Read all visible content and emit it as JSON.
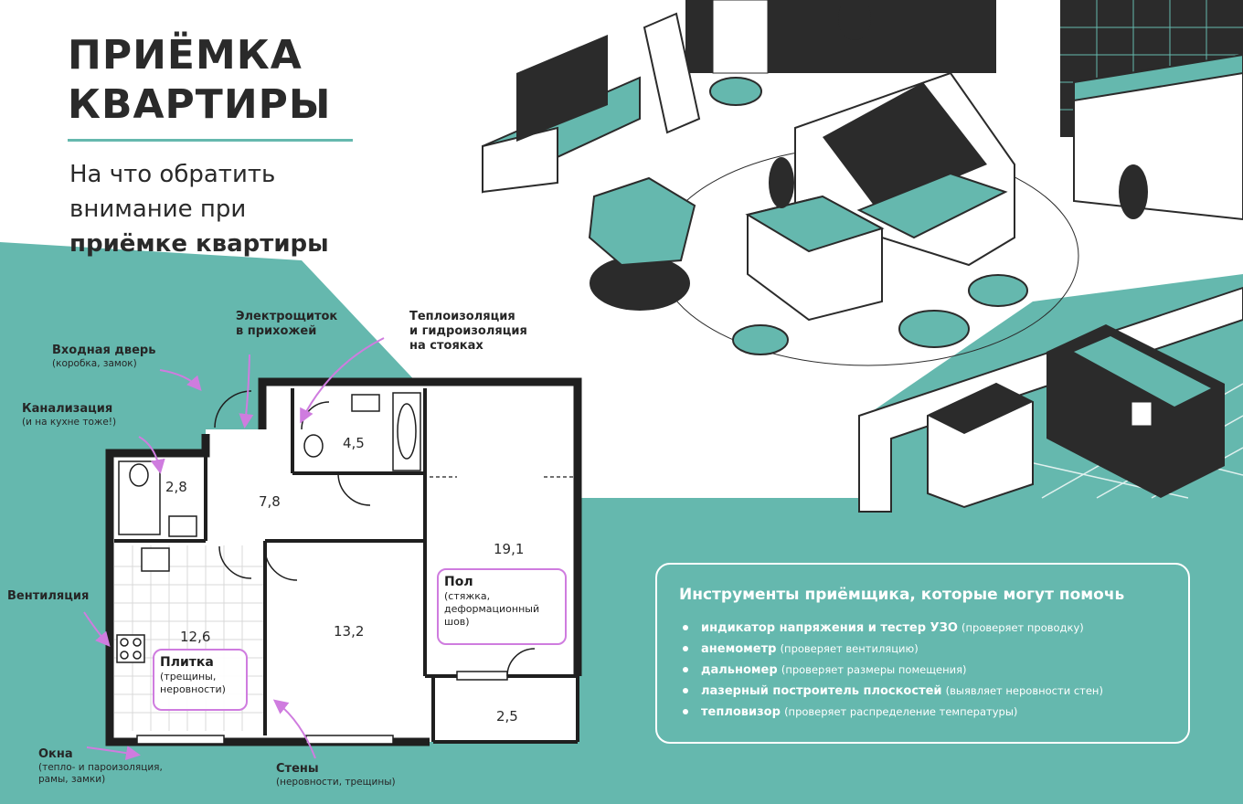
{
  "header": {
    "title_line1": "ПРИЁМКА",
    "title_line2": "КВАРТИРЫ",
    "subtitle_line1": "На что обратить",
    "subtitle_line2": "внимание при",
    "subtitle_line3": "приёмке квартиры"
  },
  "colors": {
    "teal": "#65b8ae",
    "dark": "#2b2b2b",
    "highlight": "#cf7cdf",
    "white": "#ffffff"
  },
  "labels": {
    "entrance_door": {
      "main": "Входная дверь",
      "sub": "(коробка, замок)"
    },
    "sewage": {
      "main": "Канализация",
      "sub": "(и на кухне тоже!)"
    },
    "ventilation": {
      "main": "Вентиляция"
    },
    "windows": {
      "main": "Окна",
      "sub1": "(тепло- и пароизоляция,",
      "sub2": "рамы, замки)"
    },
    "electrical_panel": {
      "main1": "Электрощиток",
      "main2": "в прихожей"
    },
    "insulation": {
      "main1": "Теплоизоляция",
      "main2": "и гидроизоляция",
      "main3": "на стояках"
    },
    "walls": {
      "main": "Стены",
      "sub": "(неровности, трещины)"
    }
  },
  "callouts": {
    "floor": {
      "main": "Пол",
      "sub1": "(стяжка,",
      "sub2": "деформационный",
      "sub3": "шов)"
    },
    "tile": {
      "main": "Плитка",
      "sub1": "(трещины,",
      "sub2": "неровности)"
    }
  },
  "rooms": {
    "bathroom": "2,8",
    "hall": "7,8",
    "toilet_bath": "4,5",
    "bedroom": "19,1",
    "kitchen": "12,6",
    "living": "13,2",
    "balcony": "2,5"
  },
  "tools": {
    "title": "Инструменты приёмщика, которые могут помочь",
    "items": [
      {
        "name": "индикатор напряжения и тестер УЗО",
        "note": "(проверяет проводку)"
      },
      {
        "name": "анемометр",
        "note": "(проверяет вентиляцию)"
      },
      {
        "name": "дальномер",
        "note": "(проверяет размеры помещения)"
      },
      {
        "name": "лазерный построитель плоскостей",
        "note": "(выявляет неровности стен)"
      },
      {
        "name": "тепловизор",
        "note": "(проверяет распределение температуры)"
      }
    ]
  },
  "icons": {
    "illustration": "isometric-apartment-illustration",
    "floor_plan": "floor-plan-drawing",
    "arrow": "pink-arrow-icon"
  }
}
